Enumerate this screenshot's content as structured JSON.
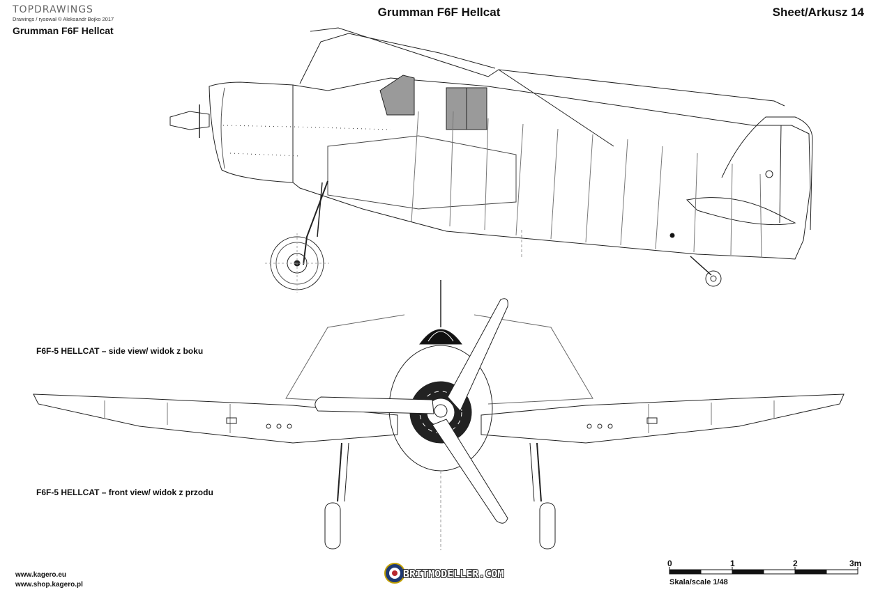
{
  "header": {
    "brand_logo": "TOPDRAWINGS",
    "brand_credit": "Drawings / rysował © Aleksandr Bojko 2017",
    "brand_subtitle": "Grumman F6F Hellcat",
    "title": "Grumman F6F Hellcat",
    "sheet": "Sheet/Arkusz 14"
  },
  "views": {
    "side_label": "F6F-5 HELLCAT – side view/ widok z boku",
    "front_label": "F6F-5 HELLCAT – front view/ widok z przodu"
  },
  "footer": {
    "url1": "www.kagero.eu",
    "url2": "www.shop.kagero.pl",
    "watermark": "BRITMODELLER.COM"
  },
  "scale": {
    "ticks": [
      "0",
      "1",
      "2",
      "3m"
    ],
    "label": "Skala/scale 1/48"
  },
  "colors": {
    "line": "#222222",
    "canopy_gray": "#9a9a9a",
    "roundel_blue": "#1f3a73",
    "roundel_red": "#b8282e"
  }
}
